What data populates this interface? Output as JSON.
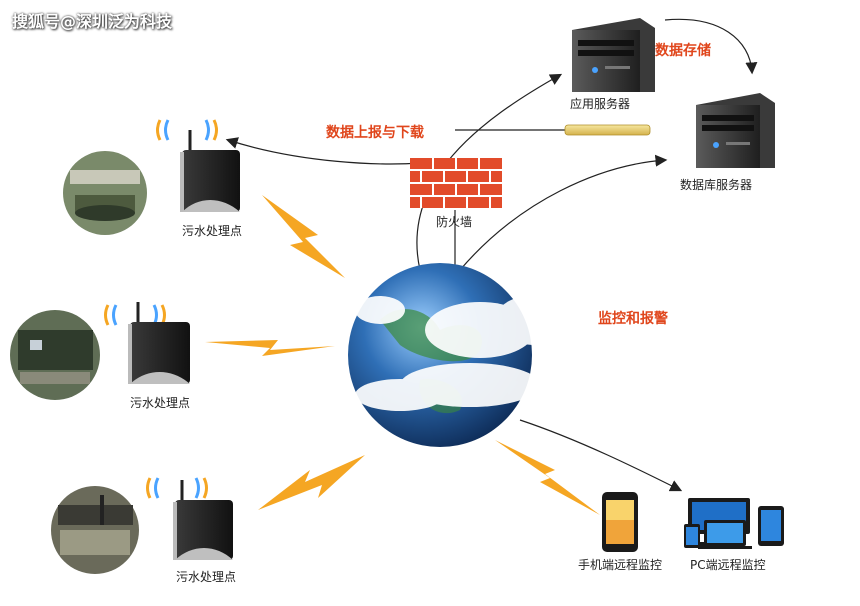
{
  "watermark": "搜狐号@深圳泛为科技",
  "flows": {
    "data_storage": "数据存储",
    "data_report_download": "数据上报与下载",
    "monitor_alarm": "监控和报警"
  },
  "nodes": {
    "app_server": "应用服务器",
    "db_server": "数据库服务器",
    "firewall": "防火墙",
    "sewage_1": "污水处理点",
    "sewage_2": "污水处理点",
    "sewage_3": "污水处理点",
    "mobile_monitor": "手机端远程监控",
    "pc_monitor": "PC端远程监控"
  },
  "colors": {
    "accent_red": "#e0461c",
    "lightning": "#f5a623",
    "globe_blue": "#1f4f8a",
    "server_dark": "#2b2b2b"
  }
}
